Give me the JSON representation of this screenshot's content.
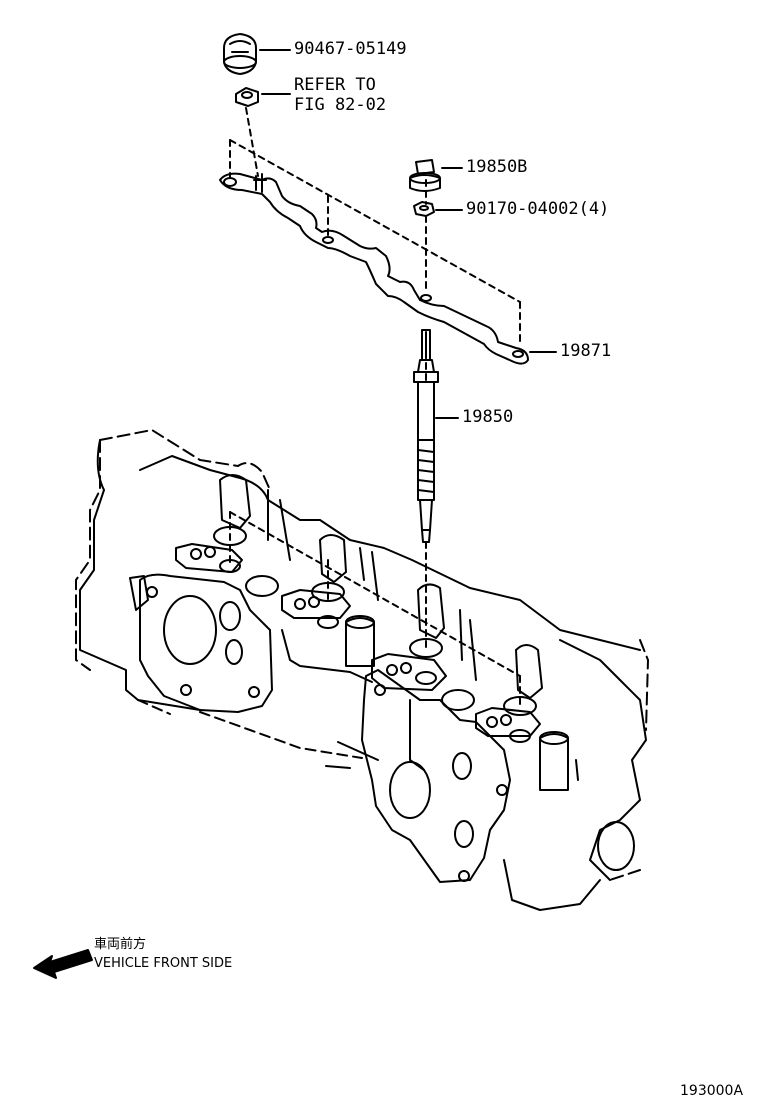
{
  "callouts": {
    "nut_top": "90467-05149",
    "refer_line1": "REFER TO",
    "refer_line2": "FIG 82-02",
    "connector": "19850B",
    "nut_small": "90170-04002(4)",
    "busbar": "19871",
    "glow_plug": "19850"
  },
  "direction": {
    "japanese": "車両前方",
    "english": "VEHICLE FRONT SIDE"
  },
  "figure_code": "193000A"
}
